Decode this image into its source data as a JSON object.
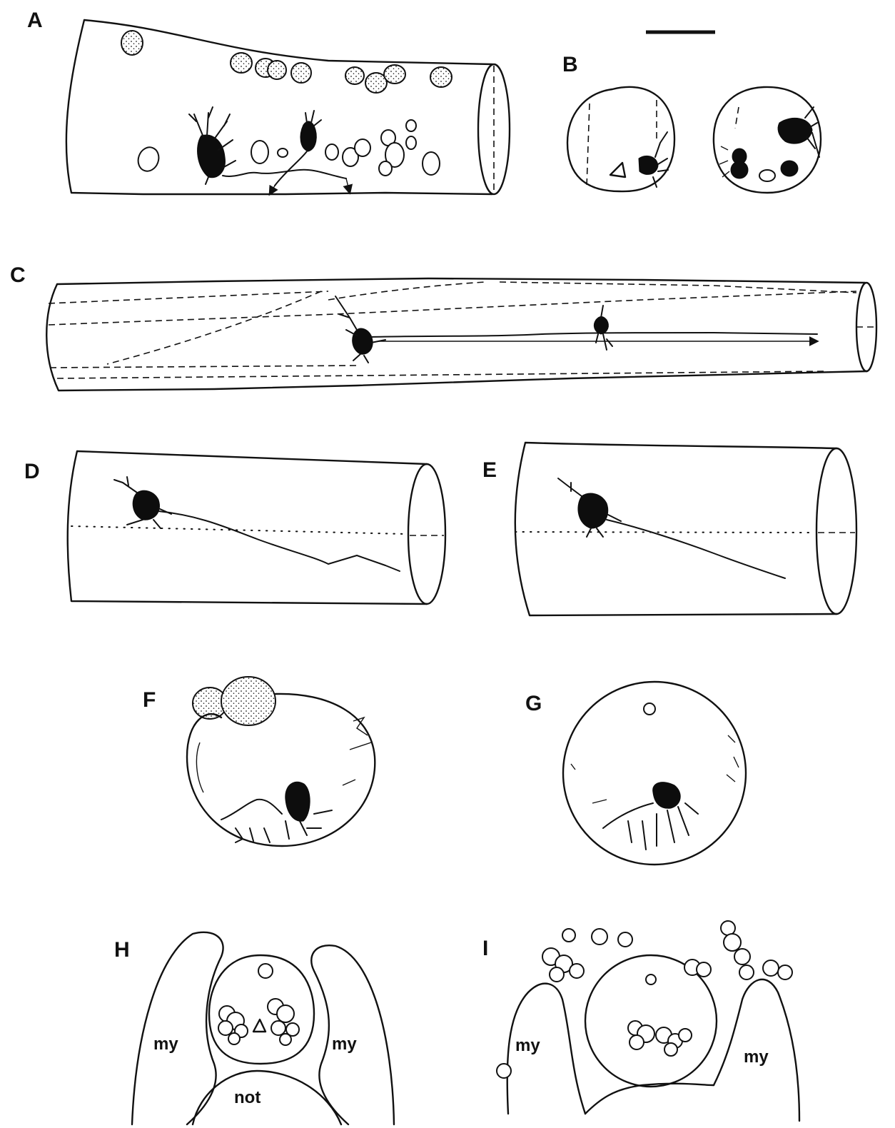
{
  "panels": {
    "A": "A",
    "B": "B",
    "C": "C",
    "D": "D",
    "E": "E",
    "F": "F",
    "G": "G",
    "H": "H",
    "I": "I"
  },
  "tissue_labels": {
    "my": "my",
    "not": "not"
  }
}
